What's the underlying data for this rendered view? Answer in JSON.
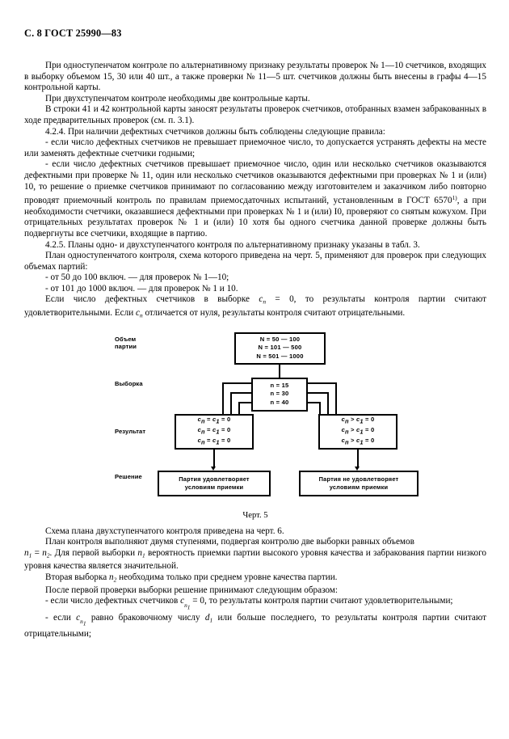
{
  "document": {
    "running_head": "С. 8 ГОСТ 25990—83"
  },
  "body": {
    "paragraphs": [
      "При одноступенчатом контроле по альтернативному признаку результаты проверок № 1—10 счетчиков, входящих в выборку объемом 15, 30 или 40 шт., а также проверки № 11—5 шт. счетчиков должны быть внесены в графы 4—15 контрольной карты.",
      "При двухступенчатом контроле необходимы две контрольные карты.",
      "В строки 41 и 42 контрольной карты заносят результаты проверок счетчиков, отобранных взамен забракованных в ходе предварительных проверок (см. п. 3.1).",
      "4.2.4. При наличии дефектных счетчиков должны быть соблюдены следующие правила:",
      "- если число дефектных счетчиков не превышает приемочное число, то допускается устранять дефекты на месте или заменять дефектные счетчики годными;",
      "- если число дефектных счетчиков превышает приемочное число, один или несколько счетчиков оказываются дефектными при проверке № 11, один или несколько счетчиков оказываются дефектными при проверках № 1 и (или) 10, то решение о приемке счетчиков принимают по согласованию между изготовителем и заказчиком либо повторно проводят приемочный контроль по правилам приемосдаточных испытаний, установленным в ГОСТ 6570",
      "4.2.5. Планы одно- и двухступенчатого контроля по альтернативному признаку указаны в табл. 3.",
      "План одноступенчатого контроля, схема которого приведена на черт. 5, применяют для проверок при следующих объемах партий:",
      "- от 50 до 100 включ.  — для проверок № 1—10;",
      "- от 101 до 1000 включ.  — для проверок № 1 и 10."
    ],
    "footnote_marker": "1)",
    "paragraph6_tail": ", а при необходимости счетчики, оказавшиеся дефектными при проверках № 1 и (или) I0, проверяют со снятым кожухом. При отрицательных результатах проверок № 1 и (или) 10 хотя бы одного счетчика данной проверке должны быть подвергнуты все счетчики, входящие в партию.",
    "para_cn_1": "Если число дефектных счетчиков в выборке ",
    "para_cn_2": " = 0, то результаты контроля партии считают удовлетворительными. Если ",
    "para_cn_3": " отличается от нуля, результаты контроля считают отрицательными."
  },
  "figure": {
    "caption": "Черт. 5",
    "row_labels": [
      {
        "line1": "Объем",
        "line2": "партии"
      },
      {
        "line1": "Выборка",
        "line2": ""
      },
      {
        "line1": "Результат",
        "line2": ""
      },
      {
        "line1": "Решение",
        "line2": ""
      }
    ],
    "lot_box": {
      "lines": [
        "N = 50 — 100",
        "N = 101 — 500",
        "N = 501 — 1000"
      ]
    },
    "sample_box": {
      "lines": [
        "n = 15",
        "n = 30",
        "n = 40"
      ]
    },
    "result_left_box": {
      "lines": [
        "cn = c1 = 0",
        "cn = c1 = 0",
        "cn = c1 = 0"
      ]
    },
    "result_right_box": {
      "lines": [
        "cn > c1 = 0",
        "cn > c1 = 0",
        "cn > c1 = 0"
      ]
    },
    "decision_left_box": {
      "line1": "Партия удовлетворяет",
      "line2": "условиям приемки"
    },
    "decision_right_box": {
      "line1": "Партия не удовлетворяет",
      "line2": "условиям приемки"
    }
  },
  "body_after": {
    "paragraphs": [
      "Схема плана двухступенчатого контроля приведена на черт. 6.",
      "План контроля выполняют двумя ступенями, подвергая контролю две выборки равных объемов",
      "Вторая выборка ",
      " необходима только при среднем уровне качества партии.",
      "После первой проверки выборки решение принимают следующим образом:",
      "- если число дефектных счетчиков ",
      " = 0, то результаты контроля партии считают удовлетворительными;",
      "- если ",
      " равно браковочному числу ",
      " или больше последнего, то результаты контроля партии считают отрицательными;"
    ],
    "n1_n2_tail1": " = ",
    "n1_n2_tail2": ". Для первой выборки ",
    "n1_n2_tail3": " вероятность приемки партии высокого уровня качества и забракования партии низкого уровня качества является значительной."
  }
}
